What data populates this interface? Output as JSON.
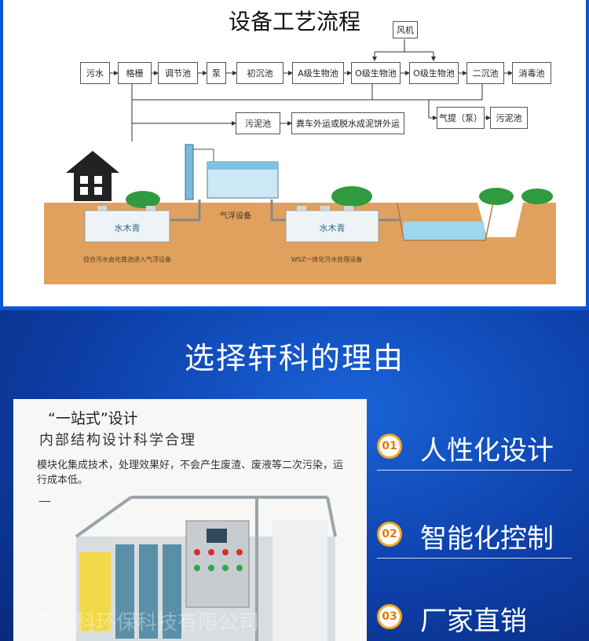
{
  "process": {
    "title": "设备工艺流程",
    "boxes": {
      "fan": "风机",
      "sewage": "污水",
      "grille": "格栅",
      "regulating": "调节池",
      "pump": "泵",
      "primary": "初沉池",
      "a_tank": "A级生物池",
      "o_tank1": "O级生物池",
      "o_tank2": "O级生物池",
      "secondary": "二沉池",
      "disinfect": "消毒池",
      "sludge_tank": "污泥池",
      "transport": "粪车外运或脱水成泥饼外运",
      "air_lift": "气提（泵）",
      "sludge_tank2": "污泥池"
    },
    "scene_labels": {
      "tank1": "水木青",
      "tank2": "水木青",
      "flotation": "气浮设备",
      "caption1": "综合污水由化粪池进入气浮设备",
      "caption2": "WSZ一体化污水处理设备"
    }
  },
  "reasons": {
    "title": "选择轩科的理由",
    "card": {
      "heading": "“一站式”设计",
      "subheading": "内部结构设计科学合理",
      "desc": "模块化集成技术，处理效果好，不会产生废渣、废液等二次污染，运行成本低。",
      "dash": "—"
    },
    "items": [
      {
        "num": "01",
        "label": "人性化设计"
      },
      {
        "num": "02",
        "label": "智能化控制"
      },
      {
        "num": "03",
        "label": "厂家直销"
      }
    ],
    "watermark": "南京轩科环保科技有限公司"
  },
  "colors": {
    "top_border": "#0b55d6",
    "bottom_bg": "#0d3fa8",
    "badge_ring": "#f5a623",
    "soil": "#e0a15e",
    "water": "#9fd6ef"
  }
}
